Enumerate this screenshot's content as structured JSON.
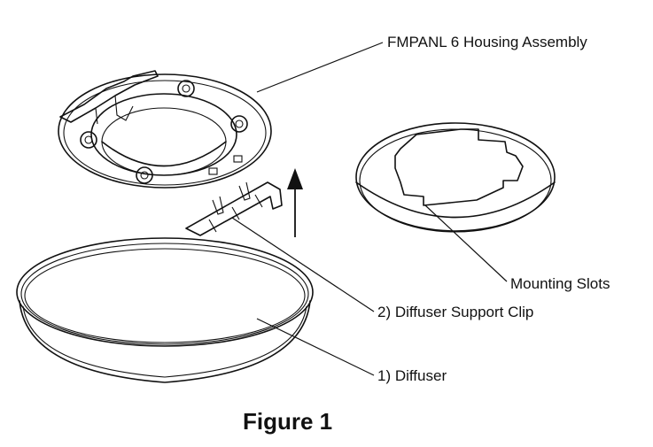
{
  "labels": {
    "housing": "FMPANL 6 Housing Assembly",
    "mounting_slots": "Mounting Slots",
    "support_clip": "2) Diffuser Support Clip",
    "diffuser": "1) Diffuser"
  },
  "caption": "Figure 1"
}
